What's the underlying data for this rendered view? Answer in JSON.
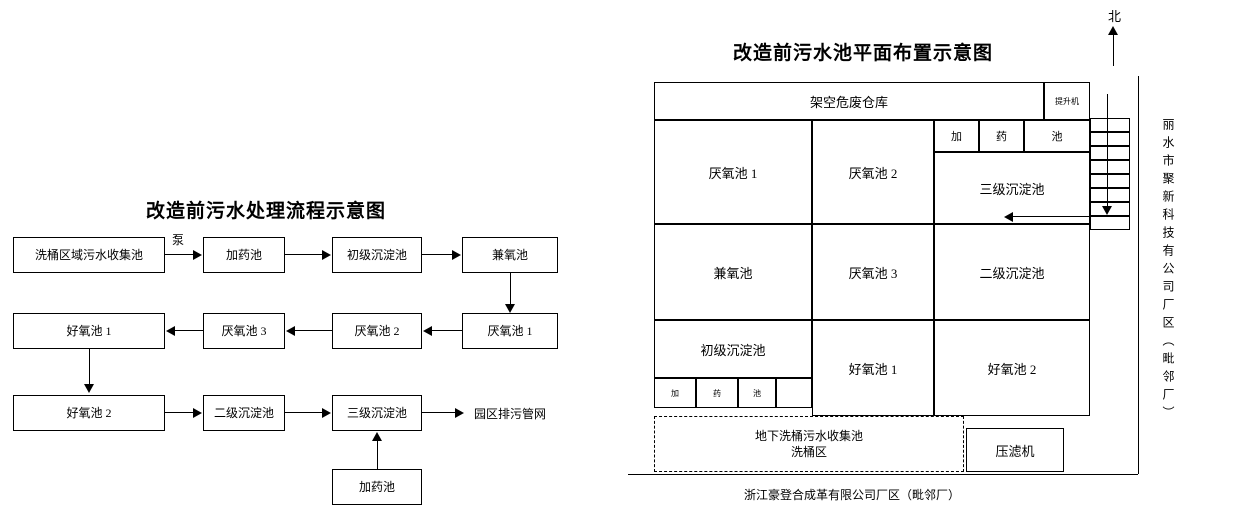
{
  "left_diagram": {
    "title": "改造前污水处理流程示意图",
    "boxes": [
      {
        "id": "b1",
        "label": "洗桶区域污水收集池"
      },
      {
        "id": "b2",
        "label": "加药池"
      },
      {
        "id": "b3",
        "label": "初级沉淀池"
      },
      {
        "id": "b4",
        "label": "兼氧池"
      },
      {
        "id": "b5",
        "label": "厌氧池 1"
      },
      {
        "id": "b6",
        "label": "厌氧池 2"
      },
      {
        "id": "b7",
        "label": "厌氧池 3"
      },
      {
        "id": "b8",
        "label": "好氧池 1"
      },
      {
        "id": "b9",
        "label": "好氧池 2"
      },
      {
        "id": "b10",
        "label": "二级沉淀池"
      },
      {
        "id": "b11",
        "label": "三级沉淀池"
      },
      {
        "id": "b12",
        "label": "加药池"
      }
    ],
    "edge_label_pump": "泵",
    "outlet_label": "园区排污管网"
  },
  "right_diagram": {
    "title": "改造前污水池平面布置示意图",
    "north_label": "北",
    "warehouse": "架空危废仓库",
    "hoist": "提升机",
    "dosing_top": [
      "加",
      "药",
      "池"
    ],
    "dosing_bottom": [
      "加",
      "药",
      "池"
    ],
    "cells": [
      {
        "id": "r1c1",
        "label": "厌氧池 1"
      },
      {
        "id": "r1c2",
        "label": "厌氧池 2"
      },
      {
        "id": "r1c3",
        "label": "三级沉淀池"
      },
      {
        "id": "r2c1",
        "label": "兼氧池"
      },
      {
        "id": "r2c2",
        "label": "厌氧池 3"
      },
      {
        "id": "r2c3",
        "label": "二级沉淀池"
      },
      {
        "id": "r3c1",
        "label": "初级沉淀池"
      },
      {
        "id": "r3c2",
        "label": "好氧池 1"
      },
      {
        "id": "r3c3",
        "label": "好氧池 2"
      }
    ],
    "underground": {
      "line1": "地下洗桶污水收集池",
      "line2": "洗桶区"
    },
    "filter_press": "压滤机",
    "bottom_caption": "浙江豪登合成革有限公司厂区（毗邻厂）",
    "right_vertical_caption": "丽水市聚新科技有公司厂区（毗邻厂）"
  },
  "colors": {
    "line": "#000000",
    "background": "#ffffff",
    "text": "#000000"
  }
}
